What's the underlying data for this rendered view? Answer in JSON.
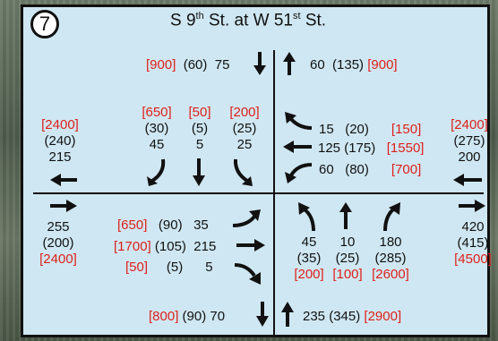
{
  "intersection": {
    "number": "7",
    "title_parts": [
      "S 9",
      "th",
      " St. at W 51",
      "st",
      " St."
    ]
  },
  "north_in": {
    "peak_red": "[900]",
    "mid": "(60)",
    "val": "75"
  },
  "north_out": {
    "val": "60",
    "mid": "(135)",
    "peak_red": "[900]"
  },
  "south_out": {
    "peak_red": "[800]",
    "mid": "(90)",
    "val": "70"
  },
  "south_in": {
    "val": "235",
    "mid": "(345)",
    "peak_red": "[2900]"
  },
  "west_out": {
    "peak_red": "[2400]",
    "mid": "(240)",
    "val": "215"
  },
  "west_in": {
    "val": "255",
    "mid": "(200)",
    "peak_red": "[2400]"
  },
  "east_out": {
    "peak_red": "[2400]",
    "mid": "(275)",
    "val": "200"
  },
  "east_in": {
    "val": "420",
    "mid": "(415)",
    "peak_red": "[4500]"
  },
  "sb_turns": [
    {
      "peak_red": "[650]",
      "mid": "(30)",
      "val": "45"
    },
    {
      "peak_red": "[50]",
      "mid": "(5)",
      "val": "5"
    },
    {
      "peak_red": "[200]",
      "mid": "(25)",
      "val": "25"
    }
  ],
  "wb_turns": [
    {
      "val": "15",
      "mid": "(20)",
      "peak_red": "[150]"
    },
    {
      "val": "125",
      "mid": "(175)",
      "peak_red": "[1550]"
    },
    {
      "val": "60",
      "mid": "(80)",
      "peak_red": "[700]"
    }
  ],
  "eb_turns": [
    {
      "peak_red": "[650]",
      "mid": "(90)",
      "val": "35"
    },
    {
      "peak_red": "[1700]",
      "mid": "(105)",
      "val": "215"
    },
    {
      "peak_red": "[50]",
      "mid": "(5)",
      "val": "5"
    }
  ],
  "nb_turns": [
    {
      "val": "45",
      "mid": "(35)",
      "peak_red": "[200]"
    },
    {
      "val": "10",
      "mid": "(25)",
      "peak_red": "[100]"
    },
    {
      "val": "180",
      "mid": "(285)",
      "peak_red": "[2600]"
    }
  ],
  "colors": {
    "panel": "#cfe7f2",
    "peak": "#e0201b",
    "ink": "#111111"
  }
}
